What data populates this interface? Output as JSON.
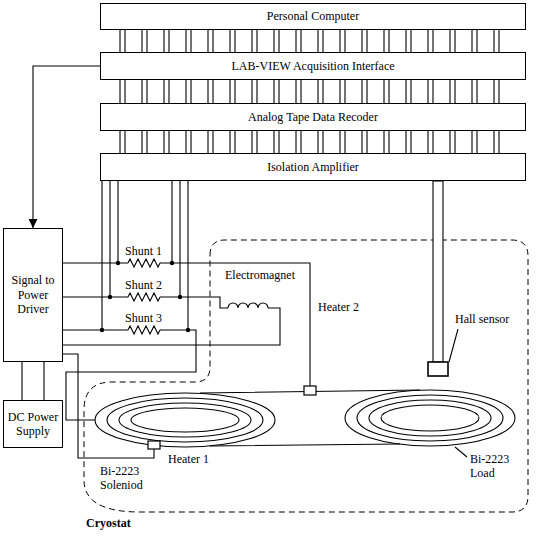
{
  "diagram": {
    "nodes": [
      {
        "text": [
          "Personal Computer"
        ]
      },
      {
        "text": [
          "LAB-VIEW Acquisition Interface"
        ]
      },
      {
        "text": [
          "Analog Tape Data Recoder"
        ]
      },
      {
        "text": [
          "Isolation Amplifier"
        ]
      },
      {
        "text": [
          "Signal to Power Driver"
        ]
      },
      {
        "text": [
          "DC Power Supply"
        ]
      }
    ],
    "edges": [
      {
        "from": 0,
        "to": 1,
        "arrow": "none"
      },
      {
        "from": 1,
        "to": 2,
        "arrow": "none"
      },
      {
        "from": 2,
        "to": 3,
        "arrow": "none"
      },
      {
        "from": 1,
        "to": 4,
        "arrow": "to"
      },
      {
        "from": 4,
        "to": 5,
        "arrow": "none"
      }
    ],
    "labels": [
      "Shunt 1",
      "Shunt 2",
      "Shunt 3",
      "Electromagnet",
      "Heater 2",
      "Hall sensor",
      "Heater 1",
      "Bi-2223 Soleniod",
      "Bi-2223 Load",
      "Cryostat"
    ]
  }
}
